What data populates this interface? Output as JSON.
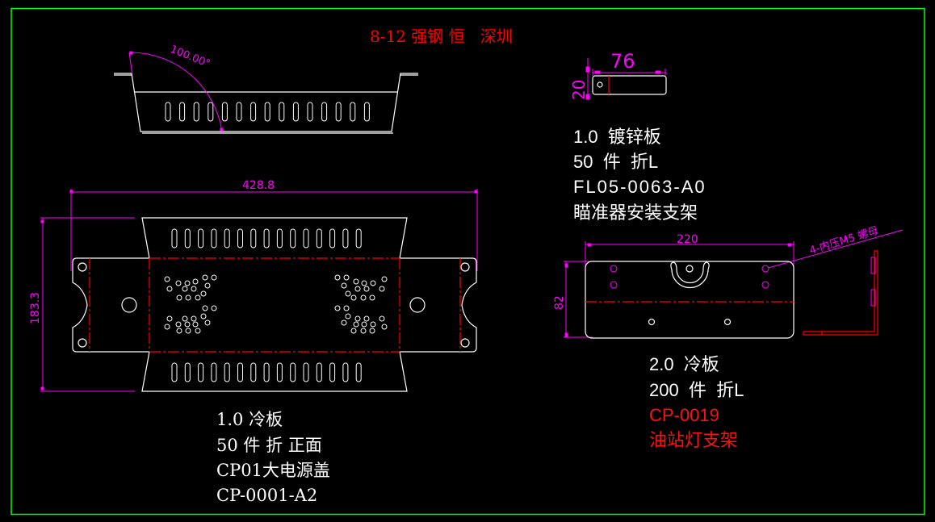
{
  "colors": {
    "background": "#000000",
    "frame": "#00ff00",
    "outline": "#ffffff",
    "dimension": "#ff00ff",
    "centerline": "#ff0000",
    "title": "#ff0000",
    "label": "#ffffff",
    "part_red": "#ff1010"
  },
  "title": "8-12 强钢 恒   深圳",
  "part_a": {
    "angle_label": "100.00°",
    "width_dim": "428.8",
    "height_dim": "183.3",
    "slots_per_row": 15,
    "notes": [
      "1.0 冷板",
      "50 件 折 正面",
      "CP01大电源盖",
      "CP-0001-A2"
    ]
  },
  "part_b": {
    "width_dim": "76",
    "height_dim": "20",
    "notes": [
      "1.0  镀锌板",
      "50  件  折L",
      "FL05-0063-A0",
      "瞄准器安装支架"
    ]
  },
  "part_c": {
    "width_dim": "220",
    "height_dim": "82",
    "callout": "4-内压M5 螺母",
    "notes": [
      "2.0  冷板",
      "200  件  折L"
    ],
    "code": "CP-0019",
    "name": "油站灯支架"
  }
}
